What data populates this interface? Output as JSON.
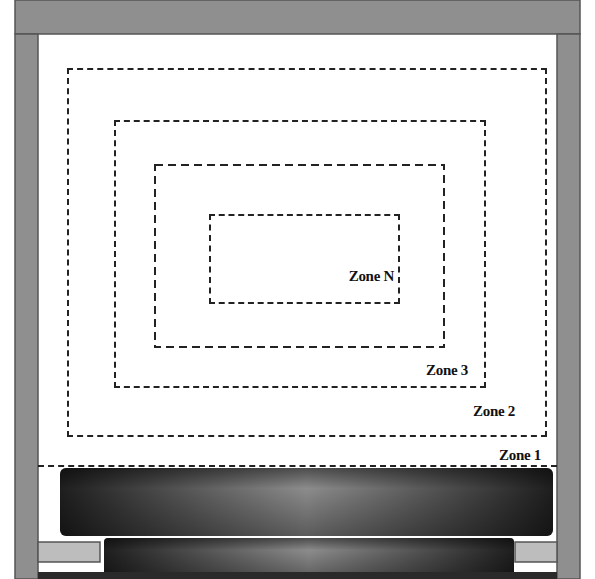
{
  "diagram": {
    "nodes": [
      {
        "text": [
          "Zone 1"
        ]
      },
      {
        "text": [
          "Zone 2"
        ],
        "in": 0
      },
      {
        "text": [
          "Zone 3"
        ],
        "in": 1
      },
      {
        "text": [
          "Zone N"
        ],
        "in": 2
      }
    ]
  }
}
